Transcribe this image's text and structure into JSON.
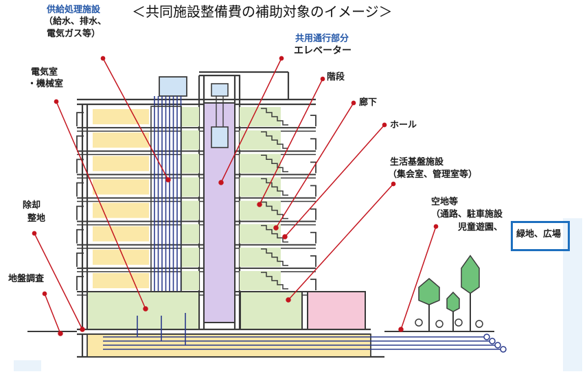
{
  "title": "＜共同施設整備費の補助対象のイメージ＞",
  "labels": {
    "supply_title": "供給処理施設",
    "supply_sub1": "（給水、排水、",
    "supply_sub2": "電気ガス等）",
    "electrical_1": "電気室",
    "electrical_2": "・機械室",
    "common_passage": "共用通行部分",
    "elevator": "エレベーター",
    "stairs": "階段",
    "corridor": "廊下",
    "hall": "ホール",
    "living_1": "生活基盤施設",
    "living_2": "（集会室、管理室等）",
    "open_1": "空地等",
    "open_2": "（通路、駐車施設",
    "open_3_a": "児童遊園、",
    "open_3_b": "緑地、広場",
    "demolition_1": "除却",
    "demolition_2": "整地",
    "ground_survey": "地盤調査"
  },
  "colors": {
    "dwelling": "#fbe8a8",
    "common": "#dcebc4",
    "elevator_shaft": "#d8c8ec",
    "assembly_room": "#f6c8d8",
    "equipment": "#cfe3f5",
    "pipe": "#2a3a8c",
    "pointer": "#c4141e",
    "wall": "#3a3a3a",
    "tree": "#6fc27a",
    "highlight": "#1d6fbf",
    "label_blue": "#2558a8"
  }
}
